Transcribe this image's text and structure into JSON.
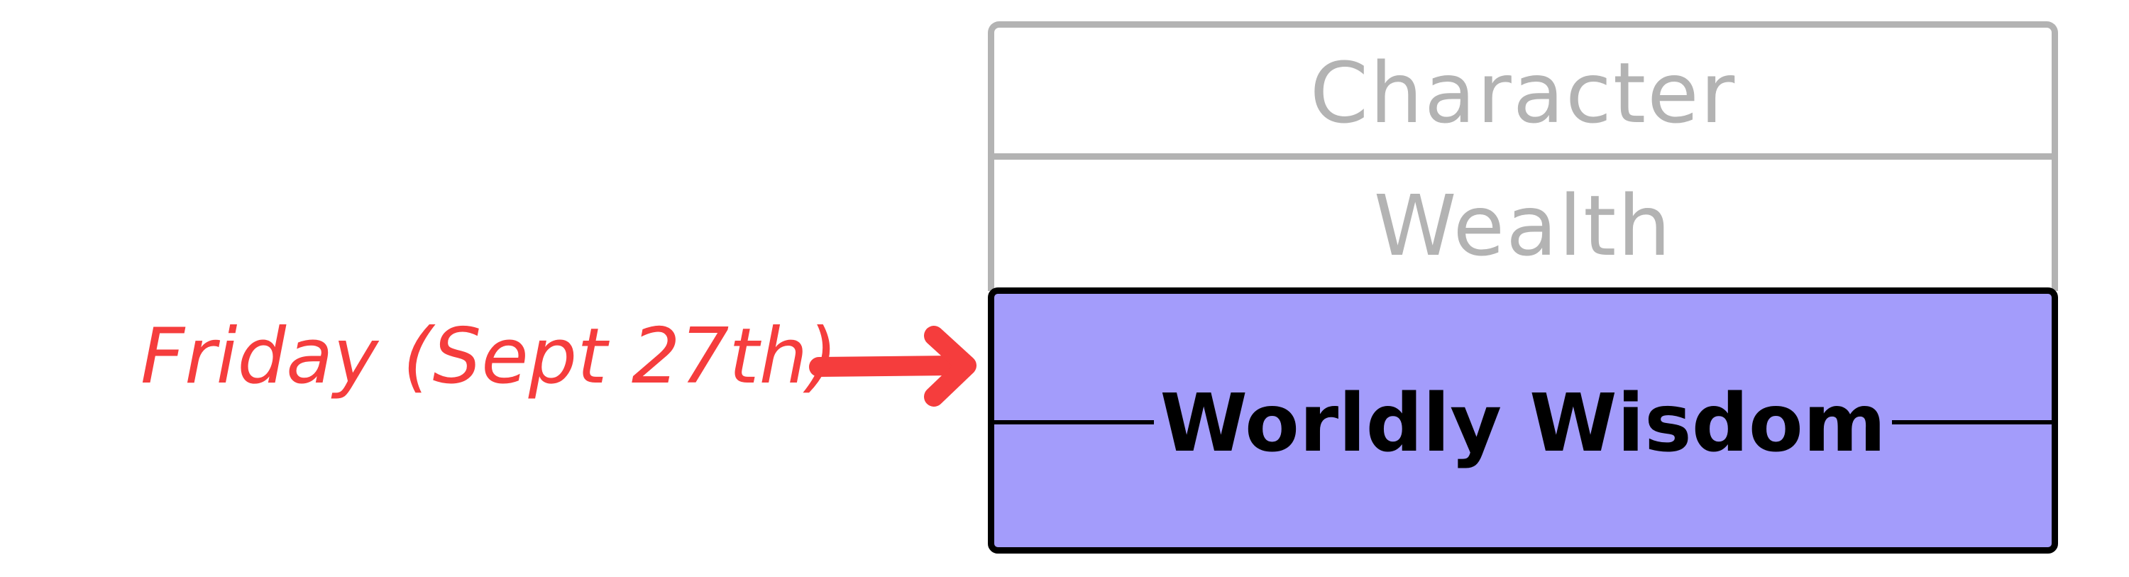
{
  "layers": [
    {
      "label": "Character",
      "highlighted": false
    },
    {
      "label": "Wealth",
      "highlighted": false
    },
    {
      "label": "Worldly Wisdom",
      "highlighted": true
    }
  ],
  "pointer": {
    "label": "Friday (Sept 27th)",
    "target_layer": "Worldly Wisdom"
  },
  "colors": {
    "muted_border": "#b3b3b3",
    "muted_text": "#b3b3b3",
    "highlight_fill": "#a39cfb",
    "highlight_border": "#000000",
    "pointer": "#f53d3d"
  }
}
